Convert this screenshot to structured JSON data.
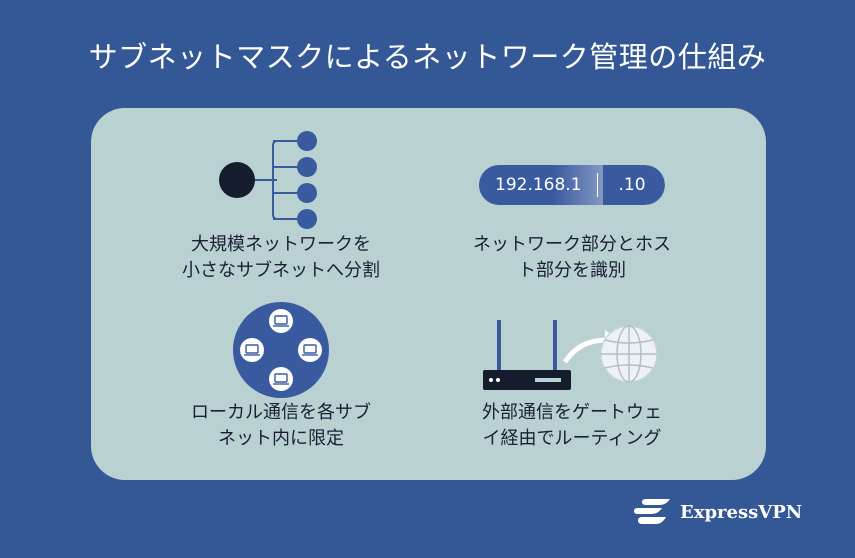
{
  "title": "サブネットマスクによるネットワーク管理の仕組み",
  "cells": {
    "split": {
      "line1": "大規模ネットワークを",
      "line2": "小さなサブネットへ分割"
    },
    "identify": {
      "line1": "ネットワーク部分とホス",
      "line2": "ト部分を識別"
    },
    "local": {
      "line1": "ローカル通信を各サブ",
      "line2": "ネット内に限定"
    },
    "routing": {
      "line1": "外部通信をゲートウェ",
      "line2": "イ経由でルーティング"
    }
  },
  "ip": {
    "network": "192.168.1",
    "host": ".10"
  },
  "brand": {
    "name": "ExpressVPN"
  },
  "colors": {
    "background": "#345895",
    "panel": "#b9d1d1",
    "accent": "#3a5aa0",
    "dark": "#141c2e"
  }
}
